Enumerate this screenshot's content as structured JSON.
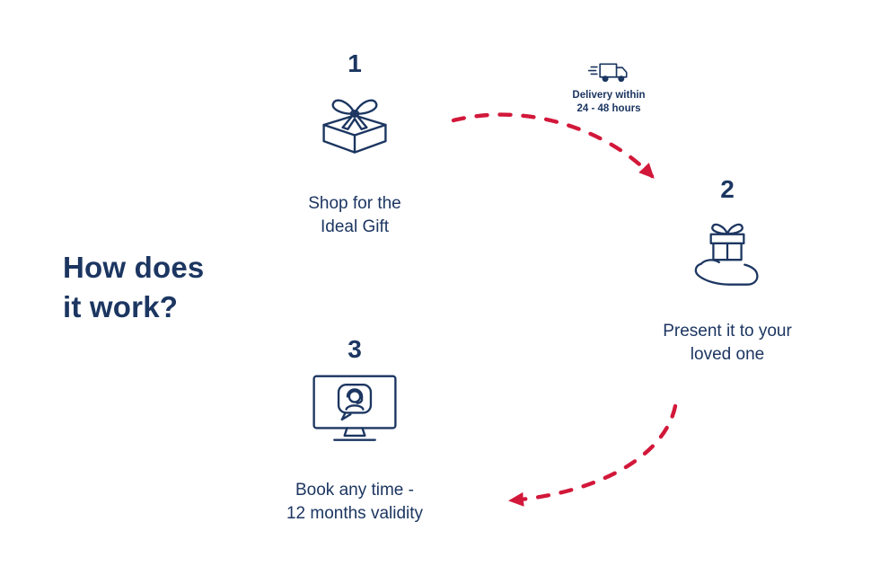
{
  "colors": {
    "navy": "#1c3661",
    "red": "#d2183a",
    "background": "#ffffff"
  },
  "title": {
    "line1": "How does",
    "line2": "it work?"
  },
  "steps": [
    {
      "number": "1",
      "icon": "gift-box-icon",
      "line1": "Shop for the",
      "line2": "Ideal Gift"
    },
    {
      "number": "2",
      "icon": "gift-in-hand-icon",
      "line1": "Present it to your",
      "line2": "loved one"
    },
    {
      "number": "3",
      "icon": "support-monitor-icon",
      "line1": "Book any time -",
      "line2": "12 months validity"
    }
  ],
  "delivery": {
    "icon": "delivery-truck-icon",
    "line1": "Delivery within",
    "line2": "24 - 48 hours"
  }
}
